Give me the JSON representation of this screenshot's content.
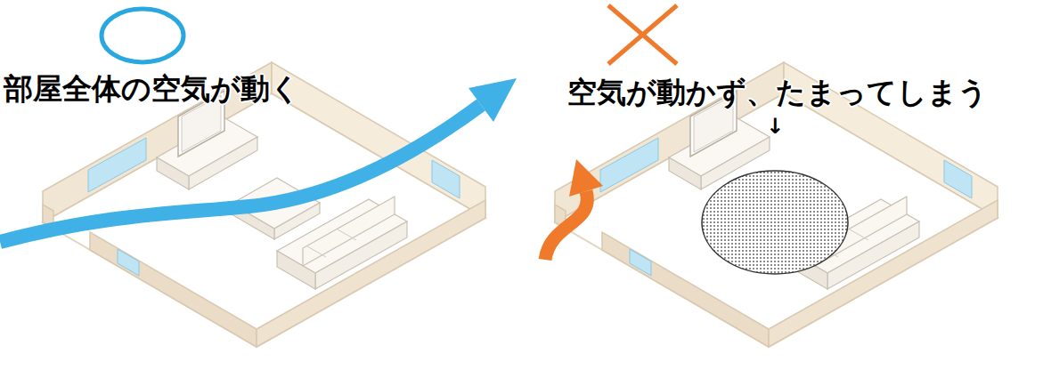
{
  "diagram": {
    "labels": [
      "部屋全体の空気が動く",
      "空気が動かず、たまってしまう",
      "↓"
    ]
  }
}
